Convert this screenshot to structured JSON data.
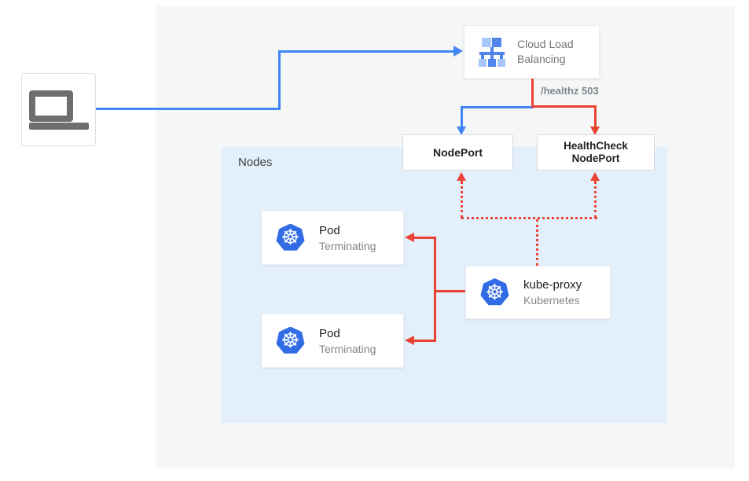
{
  "colors": {
    "blue": "#4285F4",
    "red": "#EA4335",
    "kubernetes_blue": "#326CE5",
    "panel_bg": "#F5F6F6",
    "nodes_bg": "#E3F0FB",
    "lb_icon_light": "#A9C6FA",
    "lb_icon_medium": "#5086EC",
    "gray_text": "#757575",
    "dark_text": "#212121",
    "muted_text": "#80868B",
    "laptop_gray": "#6E6E6E"
  },
  "client": {
    "icon": "laptop"
  },
  "load_balancer": {
    "name_line1": "Cloud Load",
    "name_line2": "Balancing"
  },
  "health_label": "/healthz 503",
  "node_port": {
    "label": "NodePort"
  },
  "health_check_node_port": {
    "line1": "HealthCheck",
    "line2": "NodePort"
  },
  "nodes_group": {
    "label": "Nodes"
  },
  "pods": [
    {
      "title": "Pod",
      "status": "Terminating"
    },
    {
      "title": "Pod",
      "status": "Terminating"
    }
  ],
  "kube_proxy": {
    "title": "kube-proxy",
    "subtitle": "Kubernetes"
  }
}
